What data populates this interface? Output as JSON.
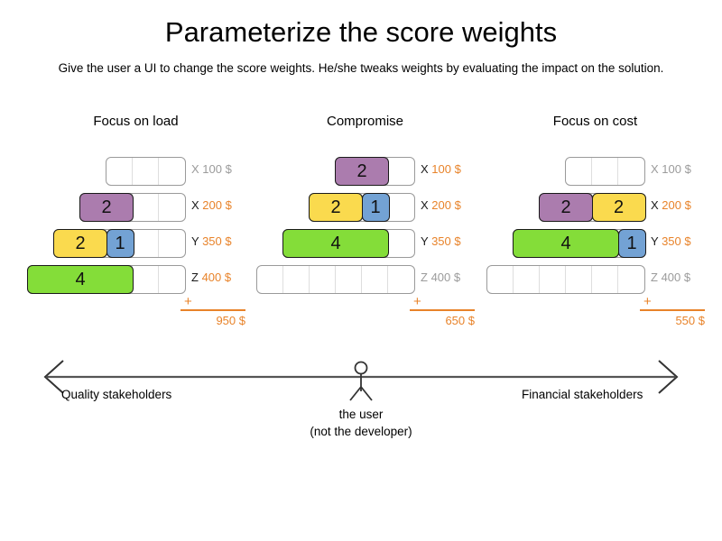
{
  "title": "Parameterize the score weights",
  "subtitle": "Give the user a UI to change the score weights. He/she tweaks weights by evaluating the impact on the solution.",
  "colors": {
    "purple": "#ab7cae",
    "yellow": "#fada4e",
    "blue": "#73a2d4",
    "green": "#84dd39",
    "accent_orange": "#e8832a",
    "inactive_gray": "#9b9b9b",
    "track_border": "#9a9a9a",
    "background": "#ffffff"
  },
  "columns": [
    {
      "header": "Focus on load",
      "total_plus": "+",
      "total": "950 $",
      "rows": [
        {
          "key": "X",
          "price": "100 $",
          "active": false,
          "cells": 3,
          "blocks": []
        },
        {
          "key": "X",
          "price": "200 $",
          "active": true,
          "cells": 4,
          "blocks": [
            {
              "color": "purple",
              "value": "2",
              "units": 2
            }
          ]
        },
        {
          "key": "Y",
          "price": "350 $",
          "active": true,
          "cells": 5,
          "blocks": [
            {
              "color": "yellow",
              "value": "2",
              "units": 2
            },
            {
              "color": "blue",
              "value": "1",
              "units": 1
            }
          ]
        },
        {
          "key": "Z",
          "price": "400 $",
          "active": true,
          "cells": 6,
          "blocks": [
            {
              "color": "green",
              "value": "4",
              "units": 4
            }
          ]
        }
      ]
    },
    {
      "header": "Compromise",
      "total_plus": "+",
      "total": "650 $",
      "rows": [
        {
          "key": "X",
          "price": "100 $",
          "active": true,
          "cells": 3,
          "blocks": [
            {
              "color": "purple",
              "value": "2",
              "units": 2
            }
          ]
        },
        {
          "key": "X",
          "price": "200 $",
          "active": true,
          "cells": 4,
          "blocks": [
            {
              "color": "yellow",
              "value": "2",
              "units": 2
            },
            {
              "color": "blue",
              "value": "1",
              "units": 1
            }
          ]
        },
        {
          "key": "Y",
          "price": "350 $",
          "active": true,
          "cells": 5,
          "blocks": [
            {
              "color": "green",
              "value": "4",
              "units": 4
            }
          ]
        },
        {
          "key": "Z",
          "price": "400 $",
          "active": false,
          "cells": 6,
          "blocks": []
        }
      ]
    },
    {
      "header": "Focus on cost",
      "total_plus": "+",
      "total": "550 $",
      "rows": [
        {
          "key": "X",
          "price": "100 $",
          "active": false,
          "cells": 3,
          "blocks": []
        },
        {
          "key": "X",
          "price": "200 $",
          "active": true,
          "cells": 4,
          "blocks": [
            {
              "color": "purple",
              "value": "2",
              "units": 2
            },
            {
              "color": "yellow",
              "value": "2",
              "units": 2
            }
          ]
        },
        {
          "key": "Y",
          "price": "350 $",
          "active": true,
          "cells": 5,
          "blocks": [
            {
              "color": "green",
              "value": "4",
              "units": 4
            },
            {
              "color": "blue",
              "value": "1",
              "units": 1
            }
          ]
        },
        {
          "key": "Z",
          "price": "400 $",
          "active": false,
          "cells": 6,
          "blocks": []
        }
      ]
    }
  ],
  "axis": {
    "left_label": "Quality stakeholders",
    "right_label": "Financial stakeholders",
    "user_caption_line1": "the user",
    "user_caption_line2": "(not the developer)",
    "figure_icon": "stick-figure-icon",
    "arrow_left_icon": "arrow-left-icon",
    "arrow_right_icon": "arrow-right-icon"
  }
}
